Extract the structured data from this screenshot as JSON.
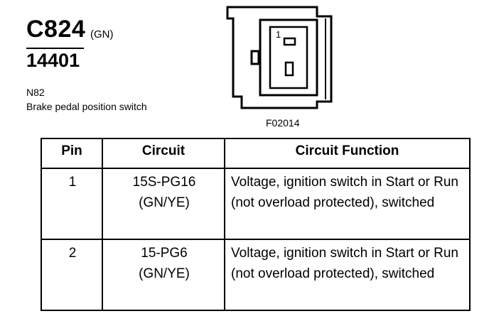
{
  "header": {
    "connector_id": "C824",
    "connector_color": "(GN)",
    "part_number": "14401",
    "component_code": "N82",
    "component_desc": "Brake pedal position switch",
    "figure_id": "F02014"
  },
  "connector": {
    "pin_label": "1"
  },
  "table": {
    "headers": {
      "pin": "Pin",
      "circuit": "Circuit",
      "function": "Circuit Function"
    },
    "rows": [
      {
        "pin": "1",
        "circuit": "15S-PG16",
        "wire": "(GN/YE)",
        "function": "Voltage, ignition switch in Start or Run (not overload protected), switched"
      },
      {
        "pin": "2",
        "circuit": "15-PG6",
        "wire": "(GN/YE)",
        "function": "Voltage, ignition switch in Start or Run (not overload protected), switched"
      }
    ]
  }
}
